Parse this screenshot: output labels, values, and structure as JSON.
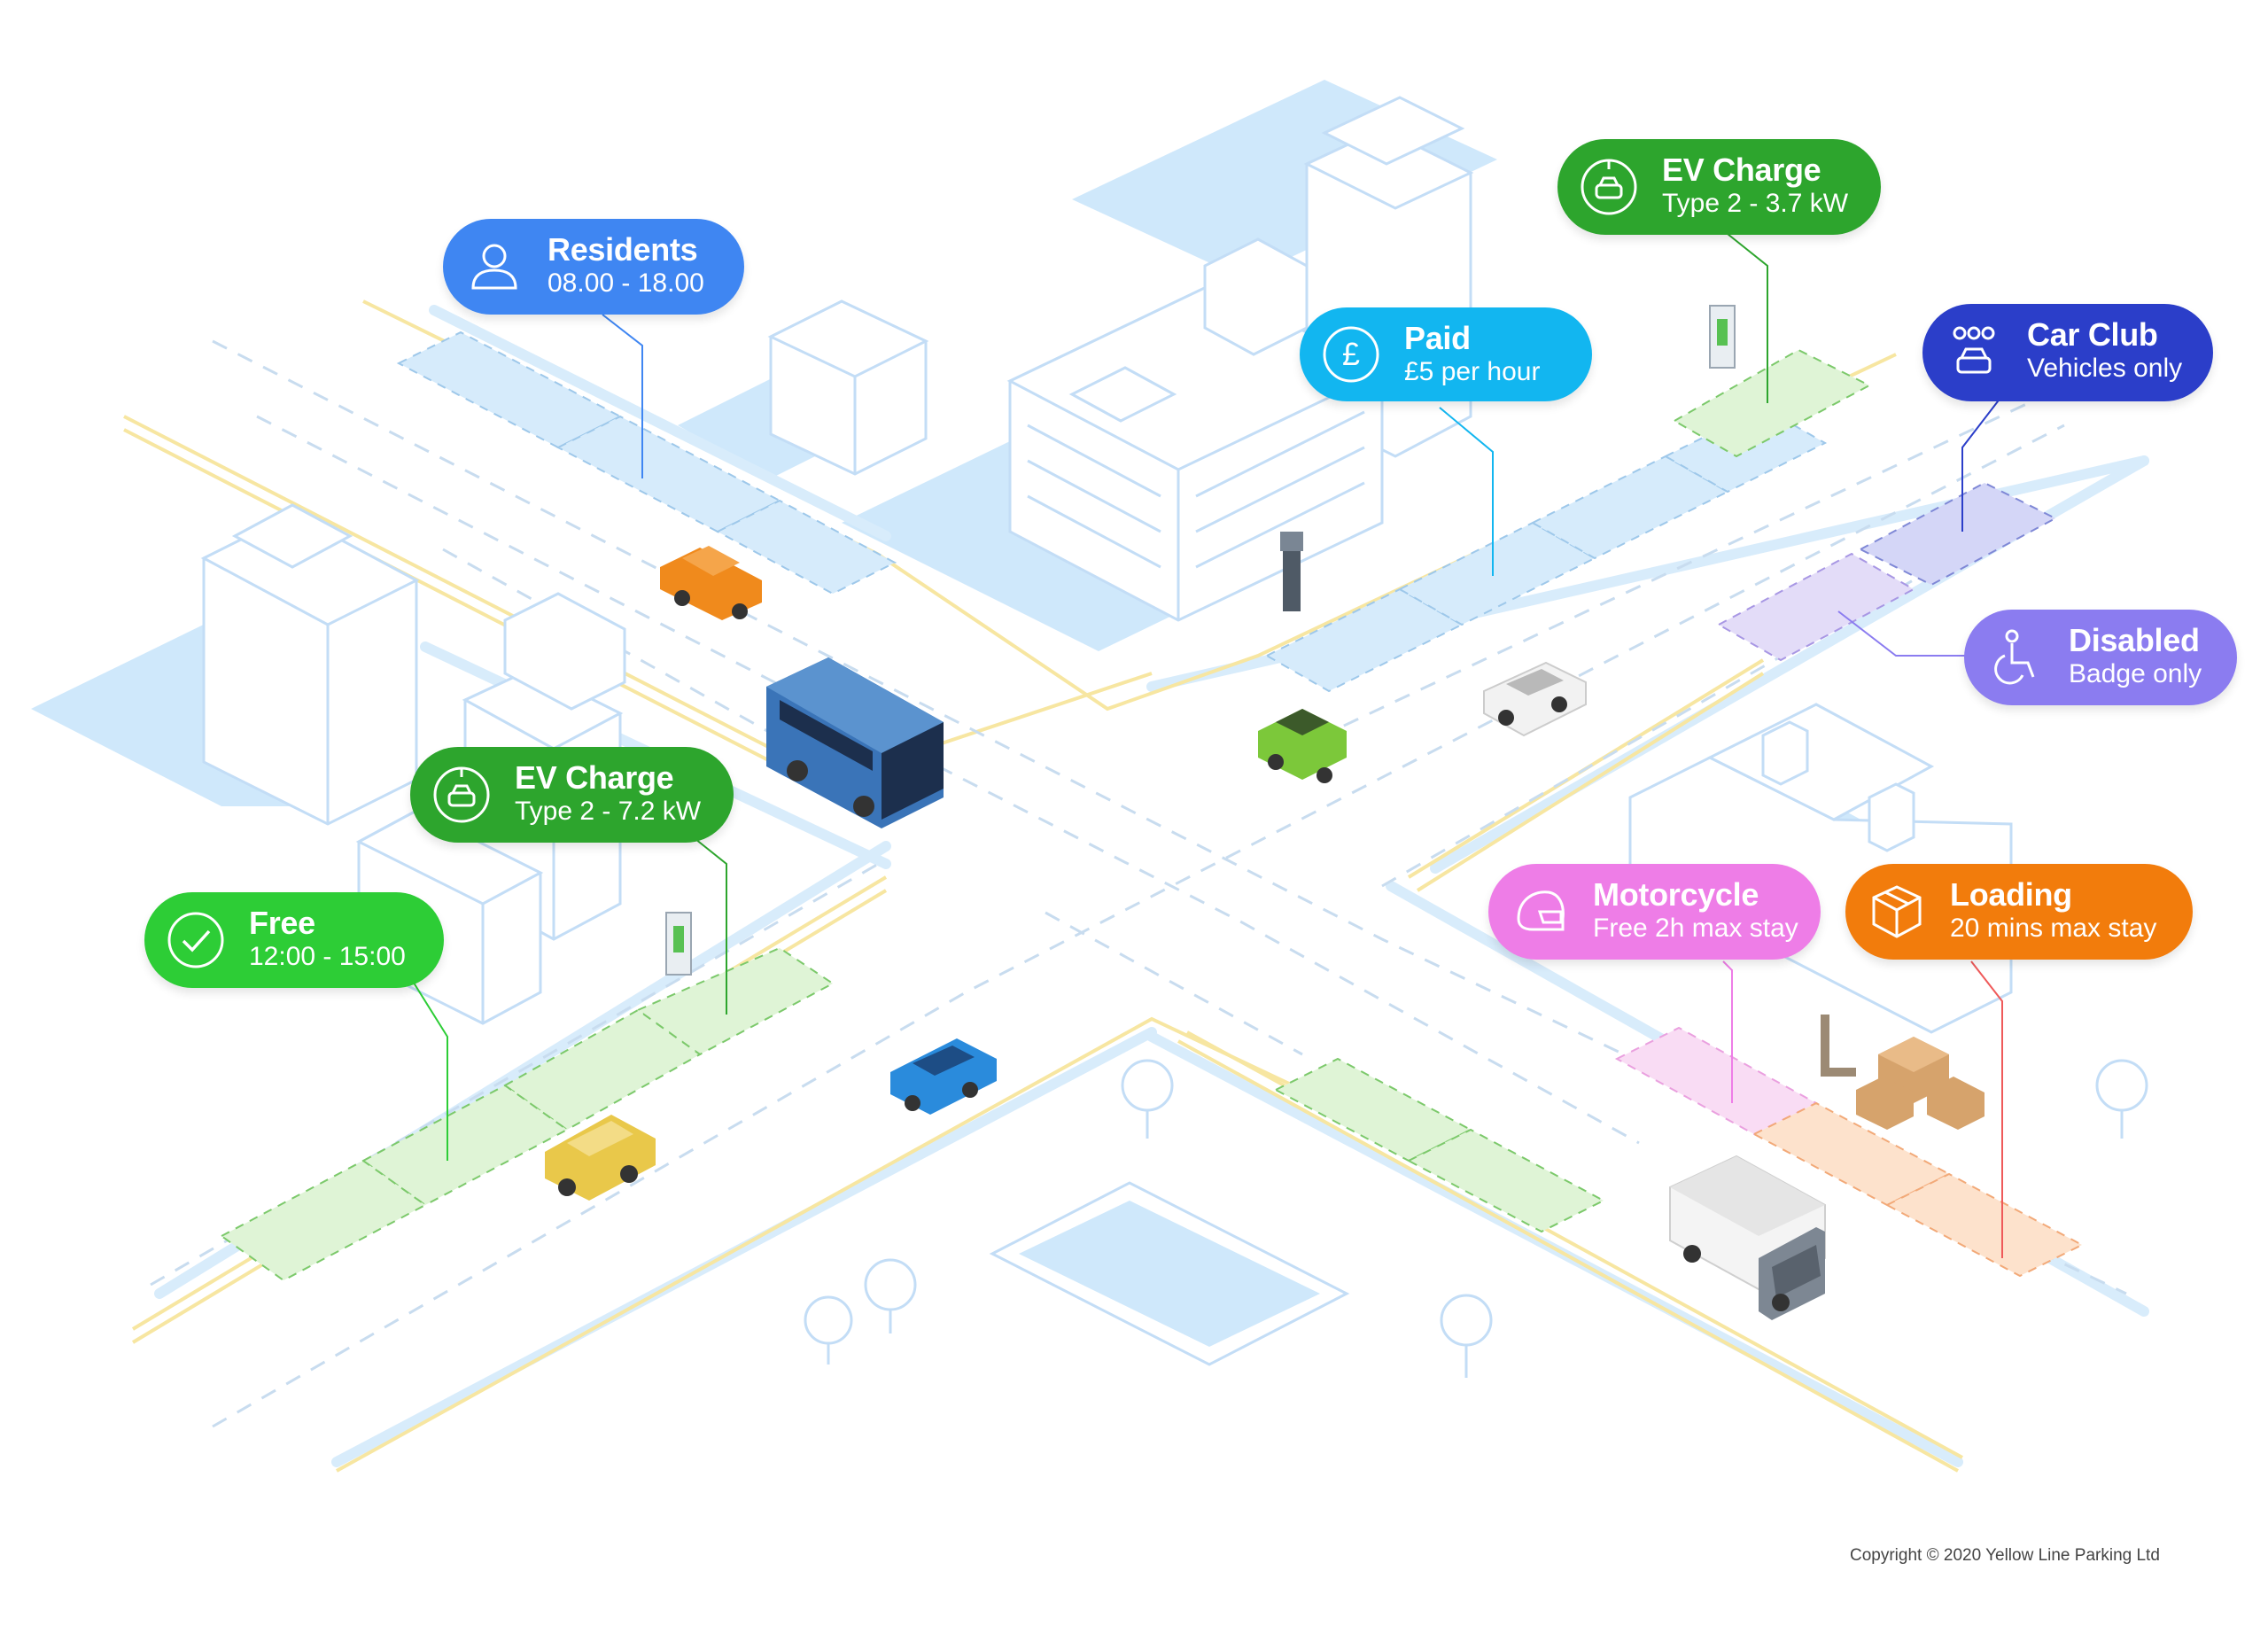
{
  "colors": {
    "residents": "#3f86f2",
    "paid": "#12b6f0",
    "ev_charge": "#2da52d",
    "free": "#2dcd36",
    "car_club": "#2b3ec9",
    "disabled": "#8b7cf0",
    "motorcycle": "#ee7de7",
    "loading": "#f27c0c"
  },
  "labels": {
    "residents": {
      "title": "Residents",
      "subtitle": "08.00 - 18.00",
      "icon": "person-icon"
    },
    "paid": {
      "title": "Paid",
      "subtitle": "£5 per hour",
      "icon": "pound-icon"
    },
    "ev_top": {
      "title": "EV Charge",
      "subtitle": "Type 2 - 3.7 kW",
      "icon": "ev-plug-icon"
    },
    "car_club": {
      "title": "Car Club",
      "subtitle": "Vehicles only",
      "icon": "group-car-icon"
    },
    "disabled": {
      "title": "Disabled",
      "subtitle": "Badge only",
      "icon": "wheelchair-icon"
    },
    "ev_left": {
      "title": "EV Charge",
      "subtitle": "Type 2 - 7.2 kW",
      "icon": "ev-plug-icon"
    },
    "free": {
      "title": "Free",
      "subtitle": "12:00 - 15:00",
      "icon": "check-icon"
    },
    "motorcycle": {
      "title": "Motorcycle",
      "subtitle": "Free 2h max stay",
      "icon": "helmet-icon"
    },
    "loading": {
      "title": "Loading",
      "subtitle": "20 mins max stay",
      "icon": "box-icon"
    }
  },
  "copyright": "Copyright © 2020 Yellow Line Parking Ltd"
}
